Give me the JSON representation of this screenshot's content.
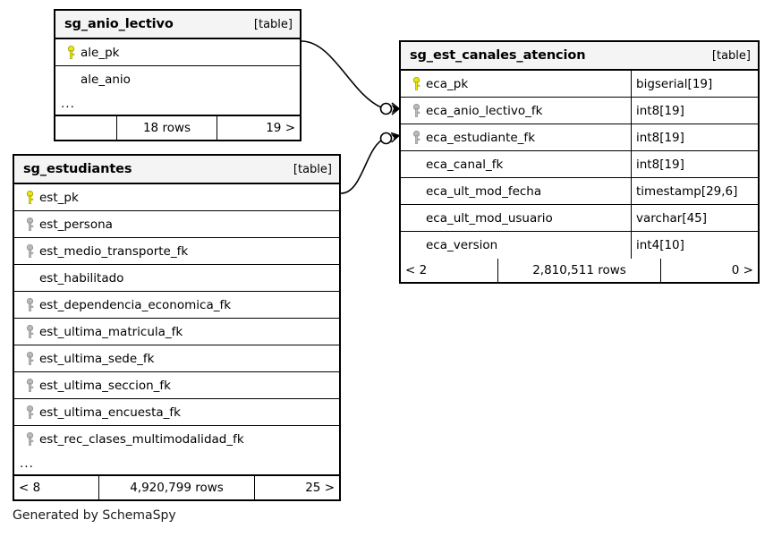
{
  "diagram": {
    "kind_label": "[table]",
    "ellipsis": "...",
    "caption": "Generated by SchemaSpy",
    "colors": {
      "primary_key_icon": "#e8e80d",
      "foreign_key_icon": "#b3b3b3",
      "header_background": "#f4f4f4",
      "border": "#000000",
      "background": "#ffffff"
    }
  },
  "tables": [
    {
      "id": "sg_anio_lectivo",
      "name": "sg_anio_lectivo",
      "kind": "[table]",
      "columns": [
        {
          "name": "ale_pk",
          "type": "",
          "key": "primary"
        },
        {
          "name": "ale_anio",
          "type": "",
          "key": "none"
        }
      ],
      "has_ellipsis_row": true,
      "footer": {
        "left": "",
        "middle": "18 rows",
        "right": "19 >"
      }
    },
    {
      "id": "sg_est_canales_atencion",
      "name": "sg_est_canales_atencion",
      "kind": "[table]",
      "columns": [
        {
          "name": "eca_pk",
          "type": "bigserial[19]",
          "key": "primary"
        },
        {
          "name": "eca_anio_lectivo_fk",
          "type": "int8[19]",
          "key": "foreign"
        },
        {
          "name": "eca_estudiante_fk",
          "type": "int8[19]",
          "key": "foreign"
        },
        {
          "name": "eca_canal_fk",
          "type": "int8[19]",
          "key": "none"
        },
        {
          "name": "eca_ult_mod_fecha",
          "type": "timestamp[29,6]",
          "key": "none"
        },
        {
          "name": "eca_ult_mod_usuario",
          "type": "varchar[45]",
          "key": "none"
        },
        {
          "name": "eca_version",
          "type": "int4[10]",
          "key": "none"
        }
      ],
      "has_ellipsis_row": false,
      "footer": {
        "left": "< 2",
        "middle": "2,810,511 rows",
        "right": "0 >"
      }
    },
    {
      "id": "sg_estudiantes",
      "name": "sg_estudiantes",
      "kind": "[table]",
      "columns": [
        {
          "name": "est_pk",
          "type": "",
          "key": "primary"
        },
        {
          "name": "est_persona",
          "type": "",
          "key": "foreign"
        },
        {
          "name": "est_medio_transporte_fk",
          "type": "",
          "key": "foreign"
        },
        {
          "name": "est_habilitado",
          "type": "",
          "key": "none"
        },
        {
          "name": "est_dependencia_economica_fk",
          "type": "",
          "key": "foreign"
        },
        {
          "name": "est_ultima_matricula_fk",
          "type": "",
          "key": "foreign"
        },
        {
          "name": "est_ultima_sede_fk",
          "type": "",
          "key": "foreign"
        },
        {
          "name": "est_ultima_seccion_fk",
          "type": "",
          "key": "foreign"
        },
        {
          "name": "est_ultima_encuesta_fk",
          "type": "",
          "key": "foreign"
        },
        {
          "name": "est_rec_clases_multimodalidad_fk",
          "type": "",
          "key": "foreign"
        }
      ],
      "has_ellipsis_row": true,
      "footer": {
        "left": "< 8",
        "middle": "4,920,799 rows",
        "right": "25 >"
      }
    }
  ],
  "relationships": [
    {
      "from_table": "sg_anio_lectivo",
      "from_column": "ale_pk",
      "to_table": "sg_est_canales_atencion",
      "to_column": "eca_anio_lectivo_fk"
    },
    {
      "from_table": "sg_estudiantes",
      "from_column": "est_pk",
      "to_table": "sg_est_canales_atencion",
      "to_column": "eca_estudiante_fk"
    }
  ]
}
